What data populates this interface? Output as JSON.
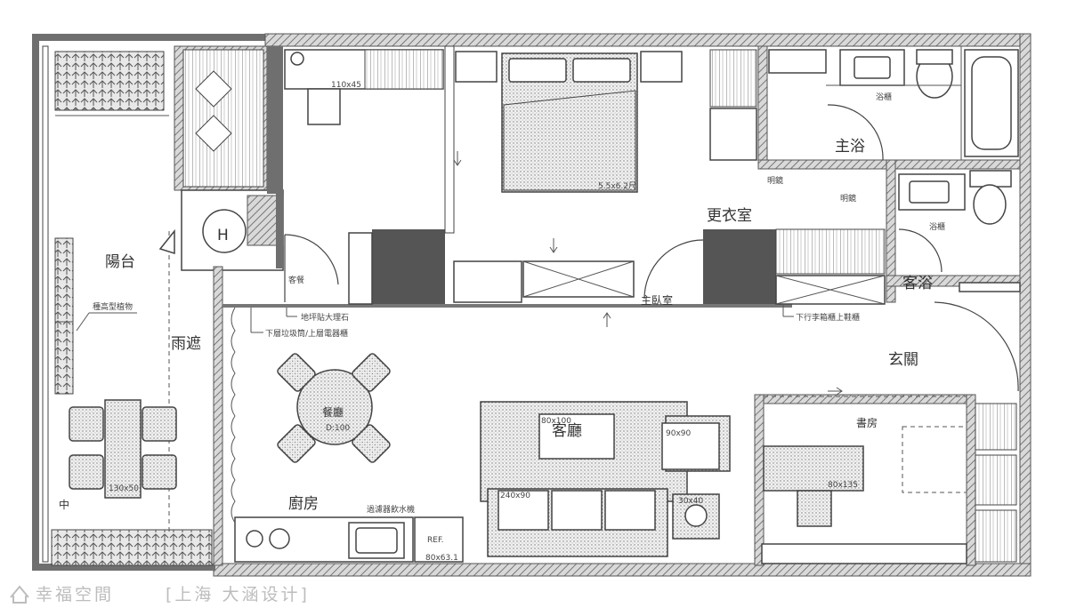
{
  "rooms": {
    "balcony": "陽台",
    "rain_shelter": "雨遮",
    "kitchen": "廚房",
    "dining": "餐廳",
    "living": "客廳",
    "master_bedroom": "主臥室",
    "walkin_closet": "更衣室",
    "master_bath": "主浴",
    "guest_bath": "客浴",
    "entrance": "玄關",
    "study": "書房"
  },
  "annotations": {
    "tall_plants": "種高型植物",
    "floor_marble": "地坪貼大理石",
    "trash_cabinet": "下層垃圾筒/上層電器櫃",
    "luggage_shoe": "下行李箱櫃上鞋櫃",
    "filter_water": "過濾器飲水機",
    "mirror_1": "明鏡",
    "mirror_2": "明鏡",
    "vanity_1": "浴櫃",
    "vanity_2": "浴櫃",
    "ref": "REF.",
    "small_tag": "客餐"
  },
  "dimensions": {
    "bed": "5.5x6.2尺",
    "desk_top": "110x45",
    "outdoor_table": "130x50",
    "dining_table": "D:100",
    "coffee_table": "80x100",
    "armchair": "90x90",
    "sofa": "240x90",
    "side_table": "30x40",
    "study_desk": "80x135",
    "fridge": "80x63.1"
  },
  "symbols": {
    "heater": "H",
    "meter": "中"
  },
  "watermark": {
    "brand": "幸福空間",
    "designer": "[上海  大涵设计]"
  }
}
